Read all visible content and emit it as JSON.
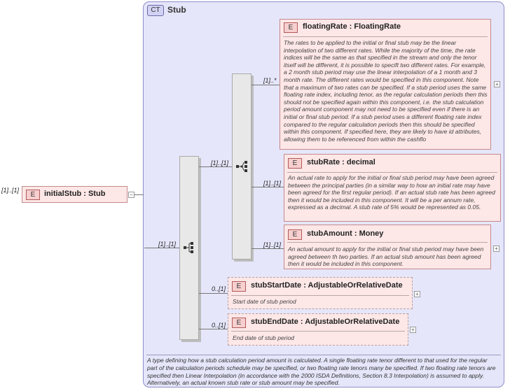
{
  "root": {
    "cardinality": "[1]..[1]",
    "badge": "E",
    "name": "initialStub",
    "separator": ":",
    "type": "Stub"
  },
  "complex_type": {
    "badge": "CT",
    "name": "Stub",
    "description": "A type defining how a stub calculation period amount is calculated. A single floating rate tenor different to that used for the regular part of the calculation periods schedule may be specified, or two floating rate tenors many be specified. If two floating rate tenors are specified then Linear Interpolation (in accordance with the 2000 ISDA Definitions, Section 8.3 Interpolation) is assumed to apply. Alternatively, an actual known stub rate or stub amount may be specified."
  },
  "sequence_outer": {
    "cardinality": "[1]..[1]"
  },
  "choice": {
    "cardinality": "[1]..[1]"
  },
  "elements": [
    {
      "badge": "E",
      "name": "floatingRate",
      "separator": ":",
      "type": "FloatingRate",
      "cardinality": "[1]..*",
      "doc": "The rates to be applied to the initial or final stub may be the linear interpolation of two different rates. While the majority of the time, the rate indices will be the same as that specified in the stream and only the tenor itself will be different, it is possible to specift two different rates. For example, a 2 month stub period may use the linear interpolation of a 1 month and 3 month rate. The different rates would be specified in this component. Note that a maximum of two rates can be specified. If a stub period uses the same floating rate index, including tenor, as the regular calculation periods then this should not be specified again within this component, i.e. the stub calculation period amount component may not need to be specified even if there is an initial or final stub period. If a stub period uses a different floating rate index compared to the regular calculation periods then this should be specified within this component. If specified here, they are likely to have id attributes, allowing them to be referenced from within the cashflo"
    },
    {
      "badge": "E",
      "name": "stubRate",
      "separator": ":",
      "type": "decimal",
      "cardinality": "[1]..[1]",
      "doc": "An actual rate to apply for the initial or final stub period may have been agreed between the principal parties (in a similar way to how an initial rate may have been agreed for the first regular period). If an actual stub rate has been agreed then it would be included in this component. It will be a per annum rate, expressed as a decimal. A stub rate of 5% would be represented as 0.05."
    },
    {
      "badge": "E",
      "name": "stubAmount",
      "separator": ":",
      "type": "Money",
      "cardinality": "[1]..[1]",
      "doc": "An actual amount to apply for the initial or final stub period may have been agreed between th two parties. If an actual stub amount has been agreed then it would be included in this component."
    },
    {
      "badge": "E",
      "name": "stubStartDate",
      "separator": ":",
      "type": "AdjustableOrRelativeDate",
      "cardinality": "0..[1]",
      "doc": "Start date of stub period"
    },
    {
      "badge": "E",
      "name": "stubEndDate",
      "separator": ":",
      "type": "AdjustableOrRelativeDate",
      "cardinality": "0..[1]",
      "doc": "End date of stub period"
    }
  ],
  "expand_symbol": "+",
  "collapse_symbol": "−"
}
